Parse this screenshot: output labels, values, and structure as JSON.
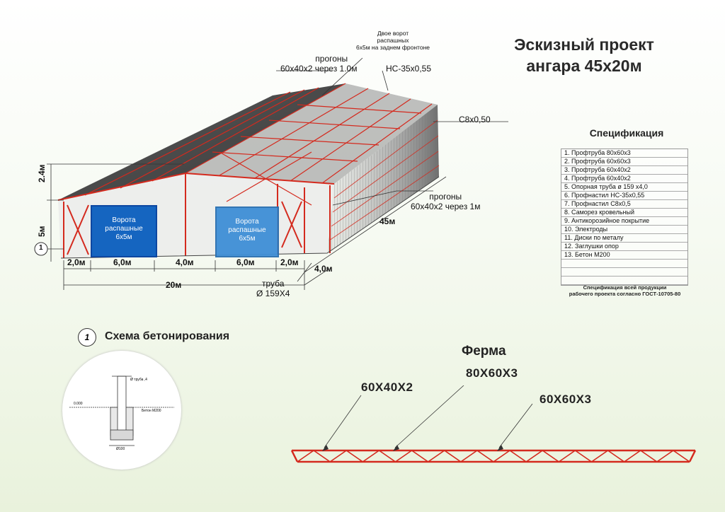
{
  "title": {
    "line1": "Эскизный проект",
    "line2": "ангара 45х20м"
  },
  "annotations": {
    "rear_gates": [
      "Двое ворот",
      "распашных",
      "6х5м на заднем фронтоне"
    ],
    "purlins_top": [
      "прогоны",
      "60х40х2 через 1.0м"
    ],
    "roof_sheet": "НС-35х0,55",
    "wall_sheet": "С8х0,50",
    "purlins_side": [
      "прогоны",
      "60х40х2 через 1м"
    ],
    "pipe": [
      "труба",
      "Ø  159Х4"
    ],
    "callout_number": "1"
  },
  "gates": {
    "left": [
      "Ворота",
      "распашные",
      "6х5м"
    ],
    "right": [
      "Ворота",
      "распашные",
      "6х5м"
    ]
  },
  "dimensions": {
    "height_roof": "2.4м",
    "height_wall": "5м",
    "length": "45м",
    "front_segments": [
      "2,0м",
      "6,0м",
      "4,0м",
      "6,0м",
      "2,0м"
    ],
    "depth_segment": "4,0м",
    "width": "20м"
  },
  "specification": {
    "title": "Спецификация",
    "items": [
      "1.  Профтруба 80х60х3",
      "2.  Профтруба 60х60х3",
      "3.  Профтруба 60х40х2",
      "4.  Профтруба 60х40х2",
      "5.  Опорная труба ø 159 х4,0",
      "6.  Профнастил  НС-35х0,55",
      "7.  Профнастил  С8х0,5",
      "8.  Саморез кровельный",
      "9.  Антикорозийное покрытие",
      "10. Электроды",
      "11. Диски по металу",
      "12. Заглушки опор",
      "13. Бетон М200",
      "",
      "",
      ""
    ],
    "note": [
      "Спецификация всей продукции",
      "рабочего проекта согласно ГОСТ-10705-80"
    ]
  },
  "concrete_scheme": {
    "number": "1",
    "title": "Схема бетонирования",
    "labels": [
      "Ø труба ,4",
      "0.000",
      "Бетон М200",
      "Ø100"
    ]
  },
  "truss": {
    "title": "Ферма",
    "labels": [
      "60Х40Х2",
      "80Х60Х3",
      "60Х60Х3"
    ]
  },
  "colors": {
    "steel_red": "#d42a1e",
    "gate_blue": "#1565c0",
    "gate_blue_light": "#3f8fd6",
    "roof_dark": "#4a4a4a",
    "wall_grey": "#9a9a9a"
  }
}
